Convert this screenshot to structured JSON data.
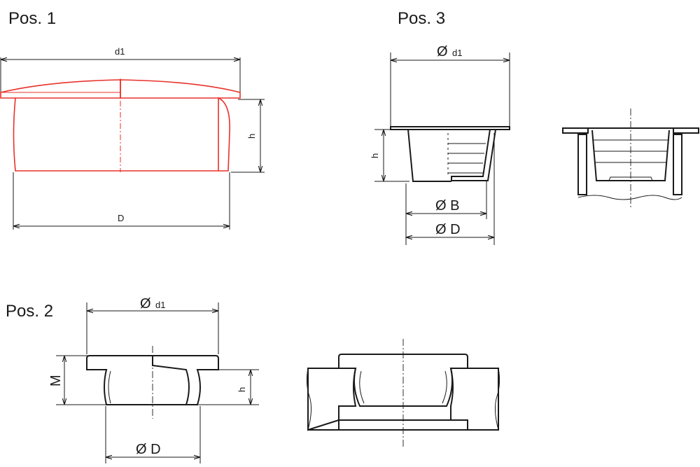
{
  "labels": {
    "pos1": "Pos. 1",
    "pos2": "Pos. 2",
    "pos3": "Pos. 3"
  },
  "dimensions": {
    "pos1_d1": "d1",
    "pos1_h": "h",
    "pos1_D": "D",
    "pos2_d1_symbol": "Ø",
    "pos2_d1": "d1",
    "pos2_M": "M",
    "pos2_h": "h",
    "pos2_D": "Ø D",
    "pos3_d1_symbol": "Ø",
    "pos3_d1": "d1",
    "pos3_h": "h",
    "pos3_B": "Ø B",
    "pos3_D": "Ø D"
  },
  "colors": {
    "line": "#1a1a1a",
    "highlight": "#e8312a",
    "background": "#ffffff"
  }
}
